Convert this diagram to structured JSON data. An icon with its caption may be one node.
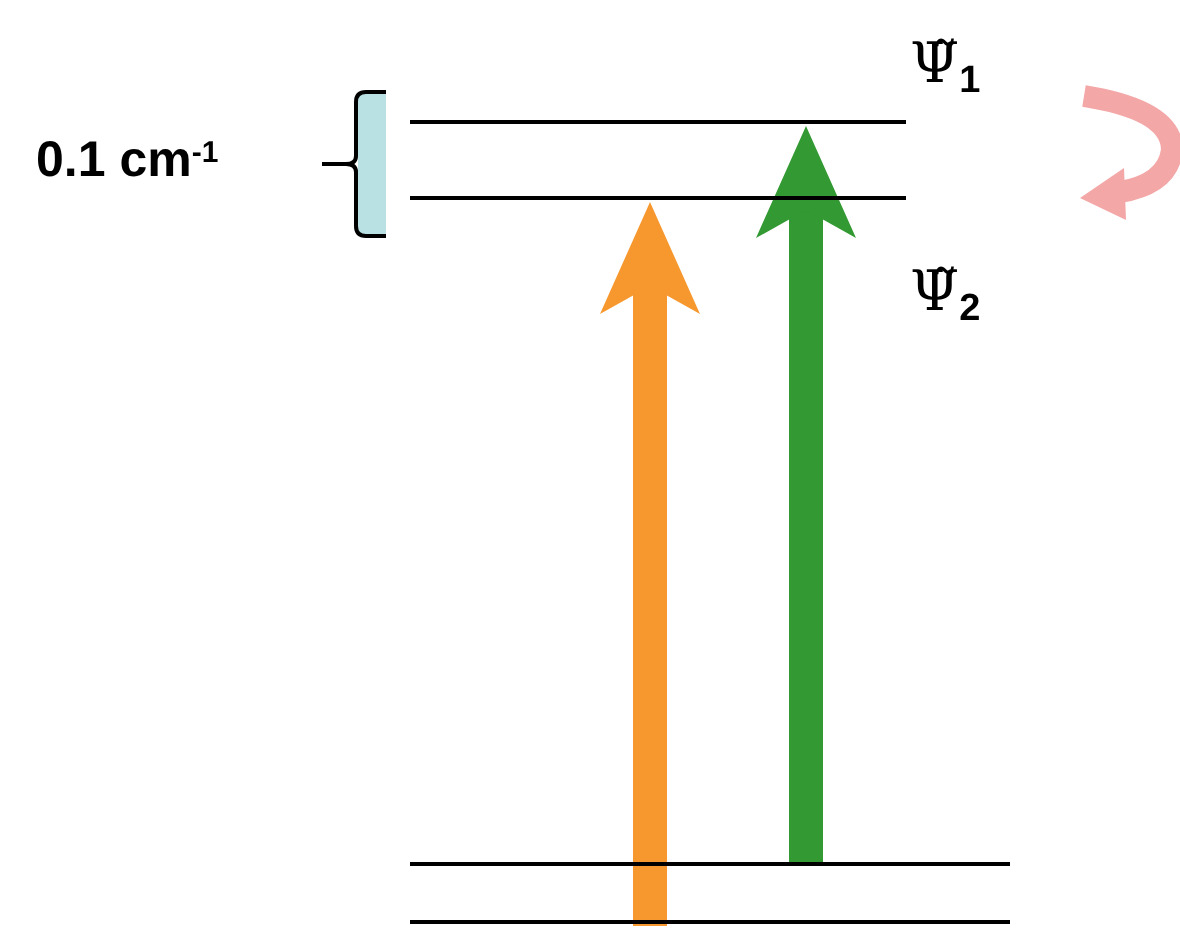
{
  "diagram": {
    "nodes": [
      {
        "text": [
          "Ψ̃$_{1}$"
        ]
      },
      {
        "text": [
          "Ψ̃$_{2}$"
        ]
      },
      {
        "text": [],
        "shape": "bar"
      },
      {
        "text": [],
        "shape": "bar"
      }
    ],
    "edges": [
      {
        "from": 3,
        "to": 1,
        "arrow": "to",
        "color": "#f7982f"
      },
      {
        "from": 2,
        "to": 0,
        "arrow": "to",
        "color": "#339933"
      }
    ],
    "labels": [
      "0.1 cm$^{-1}$"
    ]
  }
}
